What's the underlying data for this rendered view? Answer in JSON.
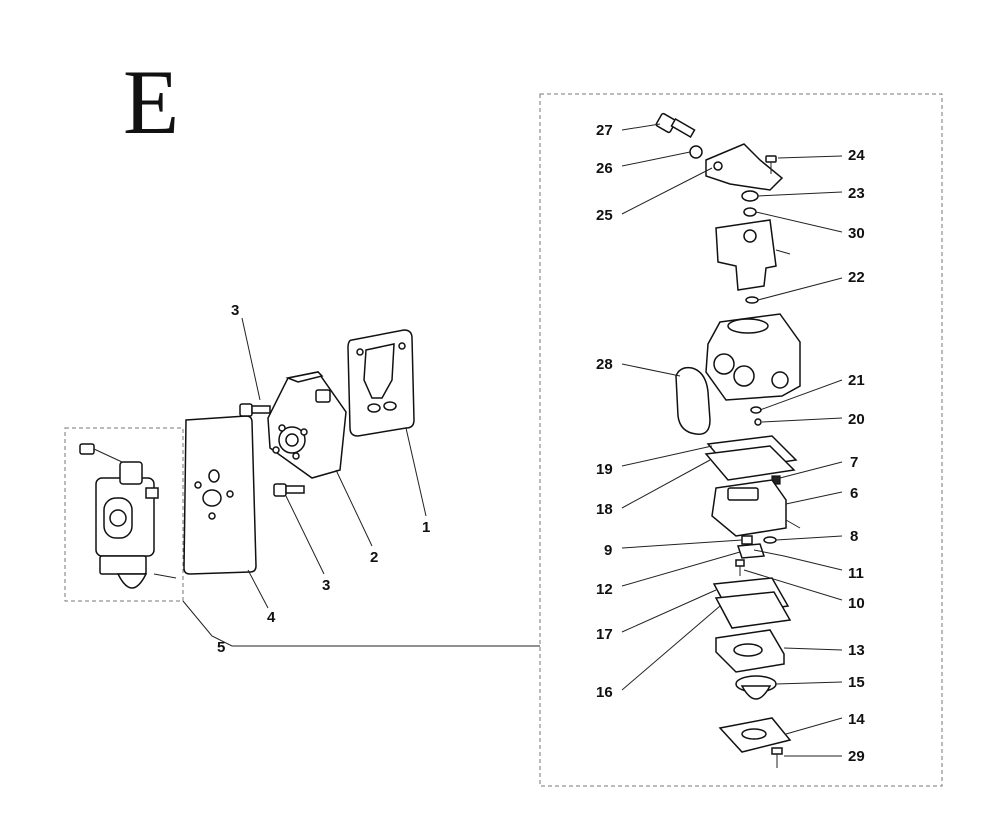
{
  "section_letter": "E",
  "callouts": {
    "c1": "1",
    "c2": "2",
    "c3a": "3",
    "c3b": "3",
    "c4": "4",
    "c5": "5",
    "c6": "6",
    "c7": "7",
    "c8": "8",
    "c9": "9",
    "c10": "10",
    "c11": "11",
    "c12": "12",
    "c13": "13",
    "c14": "14",
    "c15": "15",
    "c16": "16",
    "c17": "17",
    "c18": "18",
    "c19": "19",
    "c20": "20",
    "c21": "21",
    "c22": "22",
    "c23": "23",
    "c24": "24",
    "c25": "25",
    "c26": "26",
    "c27": "27",
    "c28": "28",
    "c29": "29",
    "c30": "30"
  }
}
